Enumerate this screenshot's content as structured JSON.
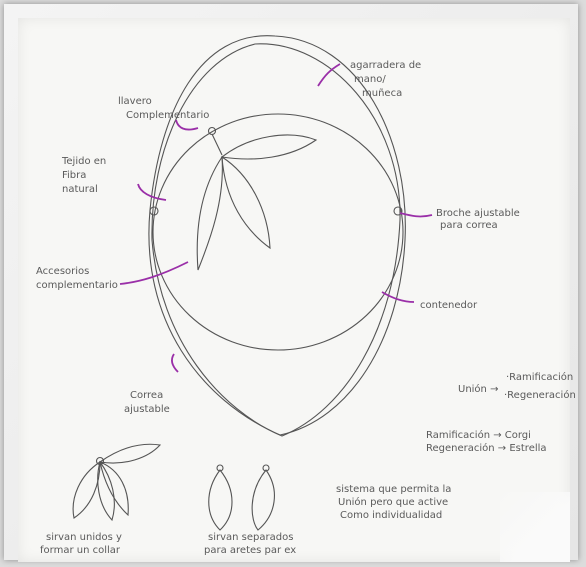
{
  "labels": {
    "agarradera_1": "agarradera de",
    "agarradera_2": "mano/",
    "agarradera_3": "muñeca",
    "llavero_1": "llavero",
    "llavero_2": "Complementario",
    "tejido_1": "Tejido en",
    "tejido_2": "Fibra",
    "tejido_3": "natural",
    "broche_1": "Broche ajustable",
    "broche_2": "para correa",
    "accesorio_1": "Accesorios",
    "accesorio_2": "complementario",
    "contenedor": "contenedor",
    "correa_1": "Correa",
    "correa_2": "ajustable",
    "union": "Unión →",
    "ramificacion": "·Ramificación",
    "regeneracion": "·Regeneración",
    "ram_arrow": "Ramificación → Corgi",
    "reg_arrow": "Regeneración → Estrella",
    "sistema_1": "sistema que permita la",
    "sistema_2": "Unión pero que active",
    "sistema_3": "Como individualidad",
    "unidos_1": "sirvan unidos y",
    "unidos_2": "formar un collar",
    "separados_1": "sirvan separados",
    "separados_2": "para aretes par ex"
  },
  "colors": {
    "ink": "#555555",
    "accent": "#9a2fa8"
  }
}
